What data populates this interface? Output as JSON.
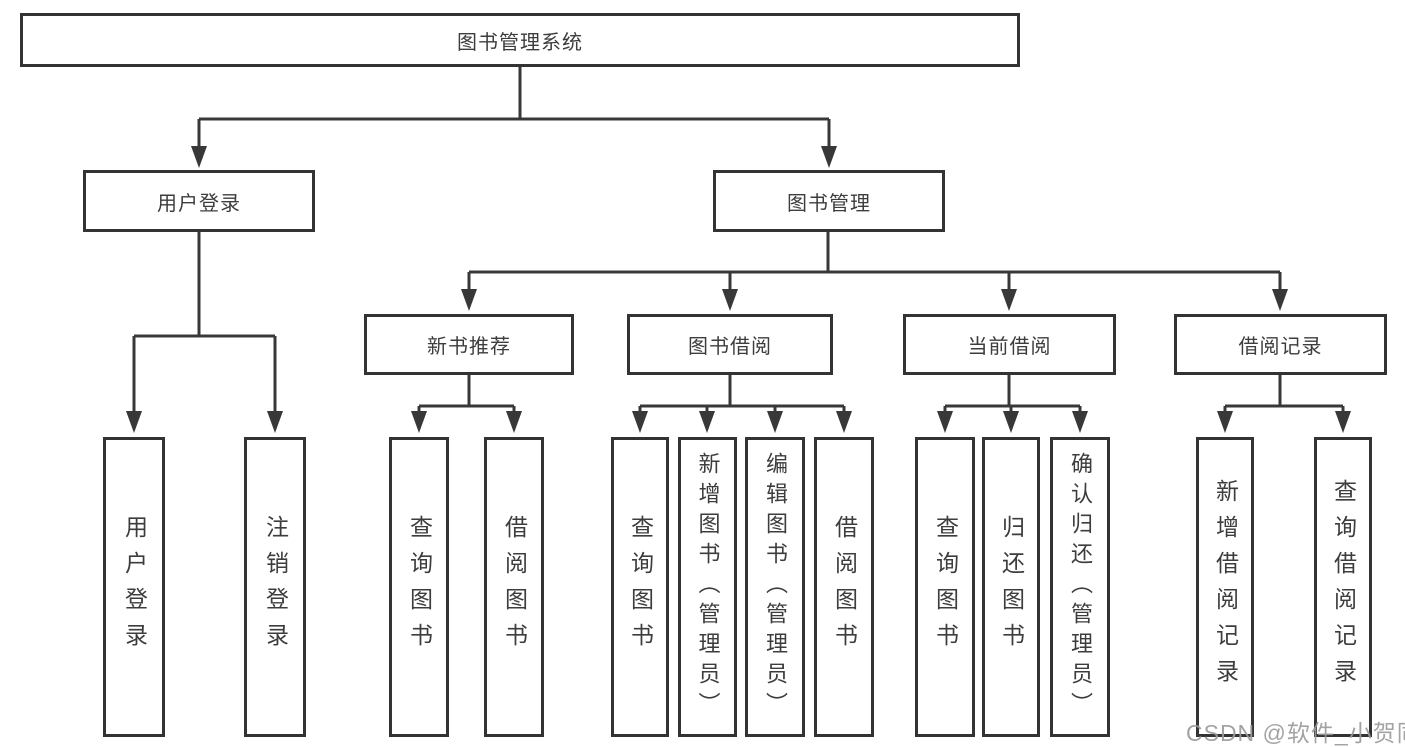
{
  "watermark": {
    "text": "CSDN @软件_小贺同学"
  },
  "colors": {
    "background": "#ffffff",
    "box_border": "#333333",
    "connector_line": "#383838",
    "text": "#3d3d3d",
    "watermark_text": "#9b9b9b"
  },
  "diagram": {
    "type": "tree",
    "root": {
      "label": "图书管理系统"
    },
    "level2": [
      {
        "label": "用户登录",
        "parent": "图书管理系统"
      },
      {
        "label": "图书管理",
        "parent": "图书管理系统"
      }
    ],
    "level3": [
      {
        "label": "新书推荐",
        "parent": "图书管理"
      },
      {
        "label": "图书借阅",
        "parent": "图书管理"
      },
      {
        "label": "当前借阅",
        "parent": "图书管理"
      },
      {
        "label": "借阅记录",
        "parent": "图书管理"
      }
    ],
    "leaves": [
      {
        "label": "用户登录",
        "parent": "用户登录"
      },
      {
        "label": "注销登录",
        "parent": "用户登录"
      },
      {
        "label": "查询图书",
        "parent": "新书推荐"
      },
      {
        "label": "借阅图书",
        "parent": "新书推荐"
      },
      {
        "label": "查询图书",
        "parent": "图书借阅"
      },
      {
        "label": "新增图书（管理员）",
        "parent": "图书借阅"
      },
      {
        "label": "编辑图书（管理员）",
        "parent": "图书借阅"
      },
      {
        "label": "借阅图书",
        "parent": "图书借阅"
      },
      {
        "label": "查询图书",
        "parent": "当前借阅"
      },
      {
        "label": "归还图书",
        "parent": "当前借阅"
      },
      {
        "label": "确认归还（管理员）",
        "parent": "当前借阅"
      },
      {
        "label": "新增借阅记录",
        "parent": "借阅记录"
      },
      {
        "label": "查询借阅记录",
        "parent": "借阅记录"
      }
    ]
  }
}
